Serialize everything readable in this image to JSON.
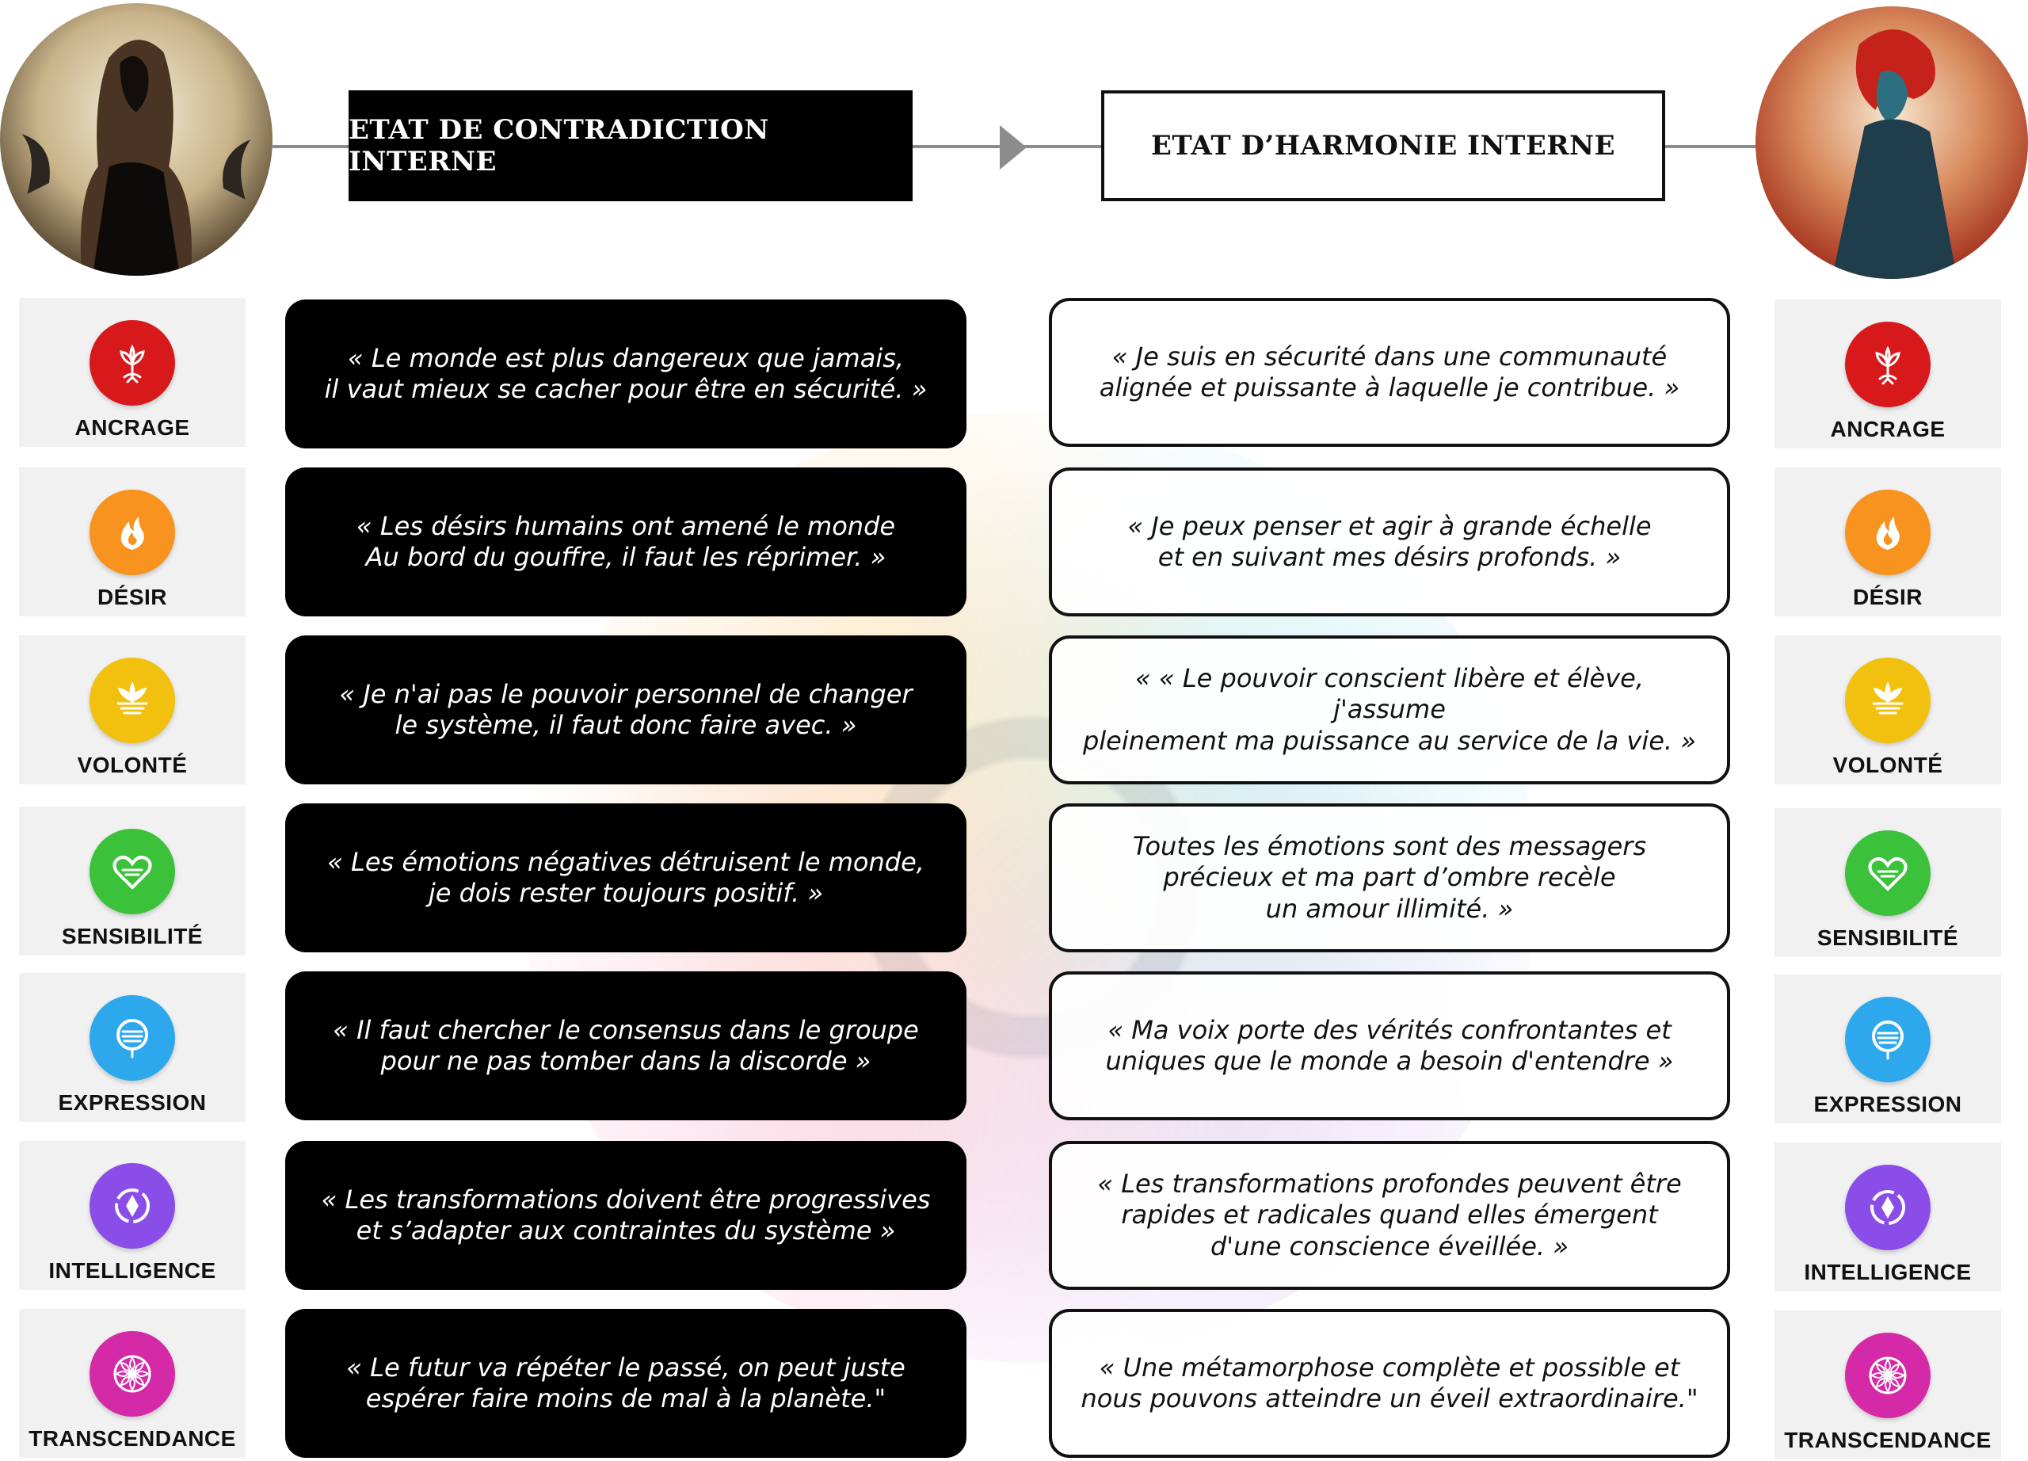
{
  "headers": {
    "left": "ETAT DE CONTRADICTION INTERNE",
    "right": "ETAT D’HARMONIE INTERNE"
  },
  "portraits": {
    "left": "woman-silhouette-dark-portrait",
    "right": "woman-silhouette-red-hair-portrait"
  },
  "rows": [
    {
      "chakra": "ANCRAGE",
      "color": "#d7191c",
      "icon": "root-sprout-icon",
      "contradiction": "« Le monde est plus dangereux que jamais,\nil vaut mieux se cacher pour être en sécurité. »",
      "harmonie": "« Je suis en sécurité dans une communauté\nalignée et puissante à laquelle je contribue. »"
    },
    {
      "chakra": "DÉSIR",
      "color": "#f7931e",
      "icon": "flame-icon",
      "contradiction": "« Les désirs humains ont amené le monde\nAu bord du gouffre, il faut les réprimer. »",
      "harmonie": "« Je peux penser et agir à grande échelle\net en suivant mes désirs profonds. »"
    },
    {
      "chakra": "VOLONTÉ",
      "color": "#f2c10f",
      "icon": "lotus-sun-icon",
      "contradiction": "« Je n'ai pas le pouvoir personnel de changer\nle système, il faut donc faire avec. »",
      "harmonie": "« « Le pouvoir conscient libère et élève, j'assume\npleinement ma puissance au service de la vie. »"
    },
    {
      "chakra": "SENSIBILITÉ",
      "color": "#3cc13b",
      "icon": "heart-icon",
      "contradiction": "«  Les émotions négatives détruisent le monde,\nje dois rester toujours positif. »",
      "harmonie": "Toutes les émotions sont des messagers\nprécieux et ma part d’ombre recèle\nun amour illimité. »"
    },
    {
      "chakra": "EXPRESSION",
      "color": "#2ea8ec",
      "icon": "throat-waves-icon",
      "contradiction": "« Il faut chercher le consensus dans le groupe\npour ne pas tomber dans la discorde »",
      "harmonie": "« Ma voix porte des vérités confrontantes et\nuniques que le monde a besoin d'entendre »"
    },
    {
      "chakra": "INTELLIGENCE",
      "color": "#8b4de8",
      "icon": "third-eye-icon",
      "contradiction": "« Les transformations doivent être progressives\net s’adapter aux contraintes du système  »",
      "harmonie": "« Les transformations profondes peuvent être\nrapides et radicales quand elles émergent\nd'une conscience éveillée. »"
    },
    {
      "chakra": "TRANSCENDANCE",
      "color": "#d42aa8",
      "icon": "crown-lotus-icon",
      "contradiction": "« Le futur va répéter le passé, on peut juste\nespérer faire moins de mal à la planète.\"",
      "harmonie": "« Une métamorphose complète et possible et\nnous pouvons atteindre un éveil extraordinaire.\""
    }
  ]
}
